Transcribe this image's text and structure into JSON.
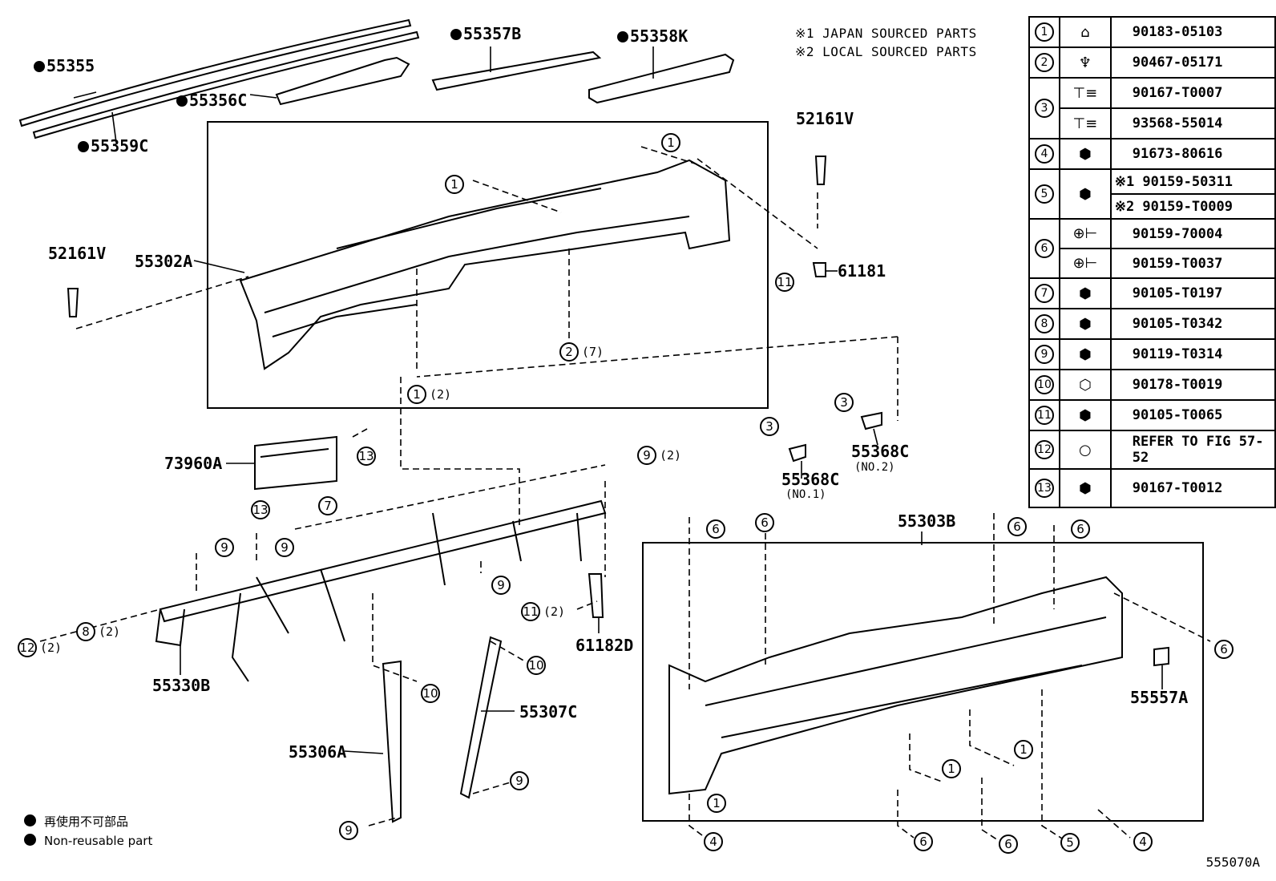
{
  "notes": [
    "※1 JAPAN SOURCED PARTS",
    "※2 LOCAL SOURCED PARTS"
  ],
  "parts_table": [
    {
      "no": "1",
      "icon": "clip-nut-icon",
      "parts": [
        "90183-05103"
      ]
    },
    {
      "no": "2",
      "icon": "clip-icon",
      "parts": [
        "90467-05171"
      ]
    },
    {
      "no": "3",
      "icon": "screw-icon",
      "parts": [
        "90167-T0007",
        "93568-55014"
      ]
    },
    {
      "no": "4",
      "icon": "bolt-icon",
      "parts": [
        "91673-80616"
      ]
    },
    {
      "no": "5",
      "icon": "bolt-icon",
      "parts": [
        "※1 90159-50311",
        "※2 90159-T0009"
      ]
    },
    {
      "no": "6",
      "icon": "screw-icon",
      "parts": [
        "90159-70004",
        "90159-T0037"
      ]
    },
    {
      "no": "7",
      "icon": "bolt-icon",
      "parts": [
        "90105-T0197"
      ]
    },
    {
      "no": "8",
      "icon": "bolt-icon",
      "parts": [
        "90105-T0342"
      ]
    },
    {
      "no": "9",
      "icon": "bolt-icon",
      "parts": [
        "90119-T0314"
      ]
    },
    {
      "no": "10",
      "icon": "nut-icon",
      "parts": [
        "90178-T0019"
      ]
    },
    {
      "no": "11",
      "icon": "bolt-icon",
      "parts": [
        "90105-T0065"
      ]
    },
    {
      "no": "12",
      "icon": "plug-icon",
      "parts": [
        "REFER TO FIG 57-52"
      ]
    },
    {
      "no": "13",
      "icon": "bolt-icon",
      "parts": [
        "90167-T0012"
      ]
    }
  ],
  "labels": {
    "p55355": "55355",
    "p55359c": "55359C",
    "p55356c": "55356C",
    "p55357b": "55357B",
    "p55358k": "55358K",
    "p52161v_a": "52161V",
    "p52161v_b": "52161V",
    "p55302a": "55302A",
    "p61181": "61181",
    "p73960a": "73960A",
    "p55368c_1": "55368C",
    "p55368c_2": "55368C",
    "no1": "(NO.1)",
    "no2": "(NO.2)",
    "p61182d": "61182D",
    "p55330b": "55330B",
    "p55306a": "55306A",
    "p55307c": "55307C",
    "p55303b": "55303B",
    "p55557a": "55557A"
  },
  "qty": {
    "q2": "(2)",
    "q7": "(7)"
  },
  "legend": [
    "再使用不可部品",
    "Non-reusable part"
  ],
  "figure_code": "555070A"
}
